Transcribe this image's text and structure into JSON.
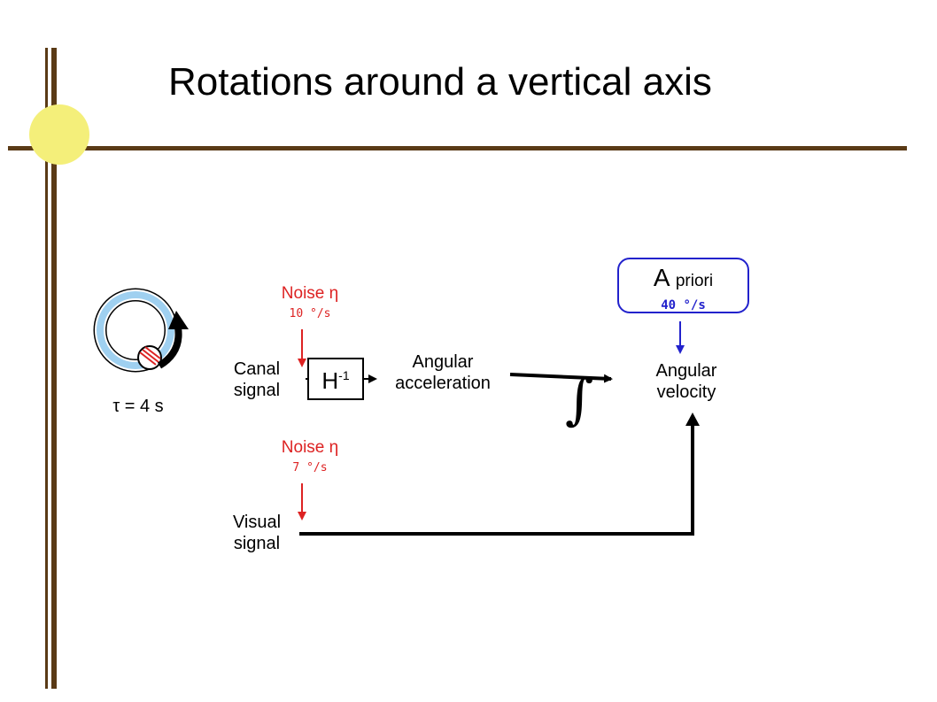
{
  "title": "Rotations around a vertical axis",
  "colors": {
    "frame": "#5a3a16",
    "sun": "#f4ef7a",
    "noise": "#dd2222",
    "prior": "#2222cc",
    "canal_ring": "#9fd0f0"
  },
  "tau_label": "τ = 4 s",
  "canal_signal": {
    "line1": "Canal",
    "line2": "signal"
  },
  "visual_signal": {
    "line1": "Visual",
    "line2": "signal"
  },
  "noise_canal": {
    "label": "Noise η",
    "value": "10 °/s"
  },
  "noise_visual": {
    "label": "Noise η",
    "value": "7 °/s"
  },
  "h_inverse": {
    "base": "H",
    "exp": "-1"
  },
  "angular_acceleration": {
    "line1": "Angular",
    "line2": "acceleration"
  },
  "integral_symbol": "∫",
  "a_priori": {
    "a": "A",
    "word": "priori",
    "value": "40 °/s"
  },
  "angular_velocity": {
    "line1": "Angular",
    "line2": "velocity"
  }
}
